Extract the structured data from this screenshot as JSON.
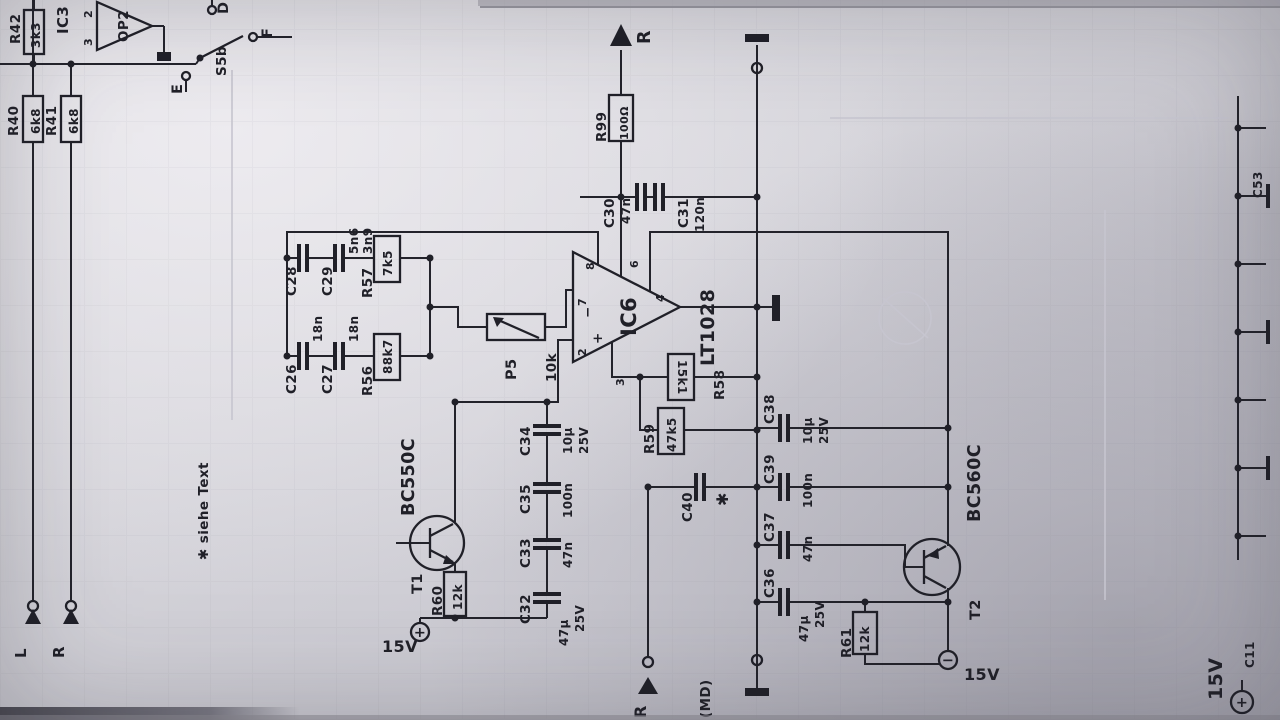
{
  "colors": {
    "ink": "#202028",
    "paper": "#d6d5db"
  },
  "labels": {
    "ic3": "IC3",
    "op2": "OP2",
    "r42": "R42",
    "r42_val": "3k3",
    "r40": "R40",
    "r40_val": "6k8",
    "r41": "R41",
    "r41_val": "6k8",
    "s5b": "S5b",
    "sw_d": "D",
    "sw_e": "E",
    "sw_f": "F",
    "conn_l": "L",
    "conn_r": "R",
    "siehe": "✱ siehe Text",
    "t1": "T1",
    "t1_type": "BC550C",
    "r60": "R60",
    "r60_val": "12k",
    "v15_t1": "15V",
    "c32": "C32",
    "c32_v1": "47µ",
    "c32_v2": "25V",
    "c33": "C33",
    "c33_val": "47n",
    "c34": "C34",
    "c34_v1": "10µ",
    "c34_v2": "25V",
    "c35": "C35",
    "c35_val": "100n",
    "c26": "C26",
    "c26_val": "18n",
    "c27": "C27",
    "c27_val": "18n",
    "c28": "C28",
    "c28_val": "5n6",
    "c29": "C29",
    "c29_val": "3n9",
    "r56": "R56",
    "r56_val": "88k7",
    "r57": "R57",
    "r57_val": "7k5",
    "p5": "P5",
    "p5_val": "10k",
    "ic6": "IC6",
    "ic6_type": "LT1028",
    "pin2": "2",
    "pin3": "3",
    "pin4": "4",
    "pin6": "6",
    "pin7": "7",
    "pin8": "8",
    "plus": "+",
    "minus": "−",
    "r99": "R99",
    "r99_val": "100Ω",
    "out_r": "R",
    "c30": "C30",
    "c30_val": "47n",
    "c31": "C31",
    "c31_val": "120n",
    "r58": "R58",
    "r58_val": "15k1",
    "r59": "R59",
    "r59_val": "47k5",
    "c40": "C40",
    "star": "✱",
    "c36": "C36",
    "c36_v1": "47µ",
    "c36_v2": "25V",
    "c37": "C37",
    "c37_val": "47n",
    "c38": "C38",
    "c38_v1": "10µ",
    "c38_v2": "25V",
    "c39": "C39",
    "c39_val": "100n",
    "t2": "T2",
    "t2_type": "BC560C",
    "r61": "R61",
    "r61_val": "12k",
    "v15_t2": "15V",
    "in_r": "R",
    "md": "(MD)",
    "v15_corner": "15V",
    "c53": "C53",
    "c11": "C11"
  }
}
